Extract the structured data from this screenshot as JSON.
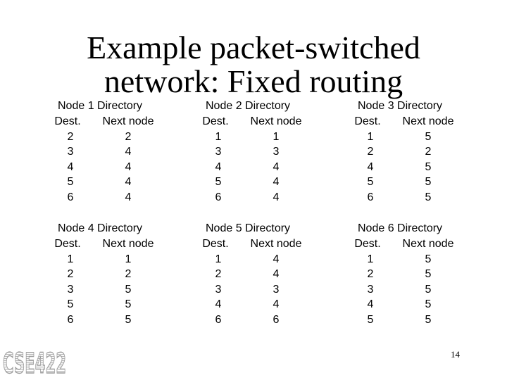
{
  "title": {
    "line1": "Example packet-switched",
    "line2": "network: Fixed routing"
  },
  "column_headers": {
    "dest": "Dest.",
    "next": "Next node"
  },
  "directories": [
    {
      "title": "Node 1 Directory",
      "rows": [
        [
          "2",
          "2"
        ],
        [
          "3",
          "4"
        ],
        [
          "4",
          "4"
        ],
        [
          "5",
          "4"
        ],
        [
          "6",
          "4"
        ]
      ]
    },
    {
      "title": "Node 2 Directory",
      "rows": [
        [
          "1",
          "1"
        ],
        [
          "3",
          "3"
        ],
        [
          "4",
          "4"
        ],
        [
          "5",
          "4"
        ],
        [
          "6",
          "4"
        ]
      ]
    },
    {
      "title": "Node 3 Directory",
      "rows": [
        [
          "1",
          "5"
        ],
        [
          "2",
          "2"
        ],
        [
          "4",
          "5"
        ],
        [
          "5",
          "5"
        ],
        [
          "6",
          "5"
        ]
      ]
    },
    {
      "title": "Node 4 Directory",
      "rows": [
        [
          "1",
          "1"
        ],
        [
          "2",
          "2"
        ],
        [
          "3",
          "5"
        ],
        [
          "5",
          "5"
        ],
        [
          "6",
          "5"
        ]
      ]
    },
    {
      "title": "Node 5 Directory",
      "rows": [
        [
          "1",
          "4"
        ],
        [
          "2",
          "4"
        ],
        [
          "3",
          "3"
        ],
        [
          "4",
          "4"
        ],
        [
          "6",
          "6"
        ]
      ]
    },
    {
      "title": "Node 6 Directory",
      "rows": [
        [
          "1",
          "5"
        ],
        [
          "2",
          "5"
        ],
        [
          "3",
          "5"
        ],
        [
          "4",
          "5"
        ],
        [
          "5",
          "5"
        ]
      ]
    }
  ],
  "logo_text": "CSE422",
  "page_number": "14"
}
